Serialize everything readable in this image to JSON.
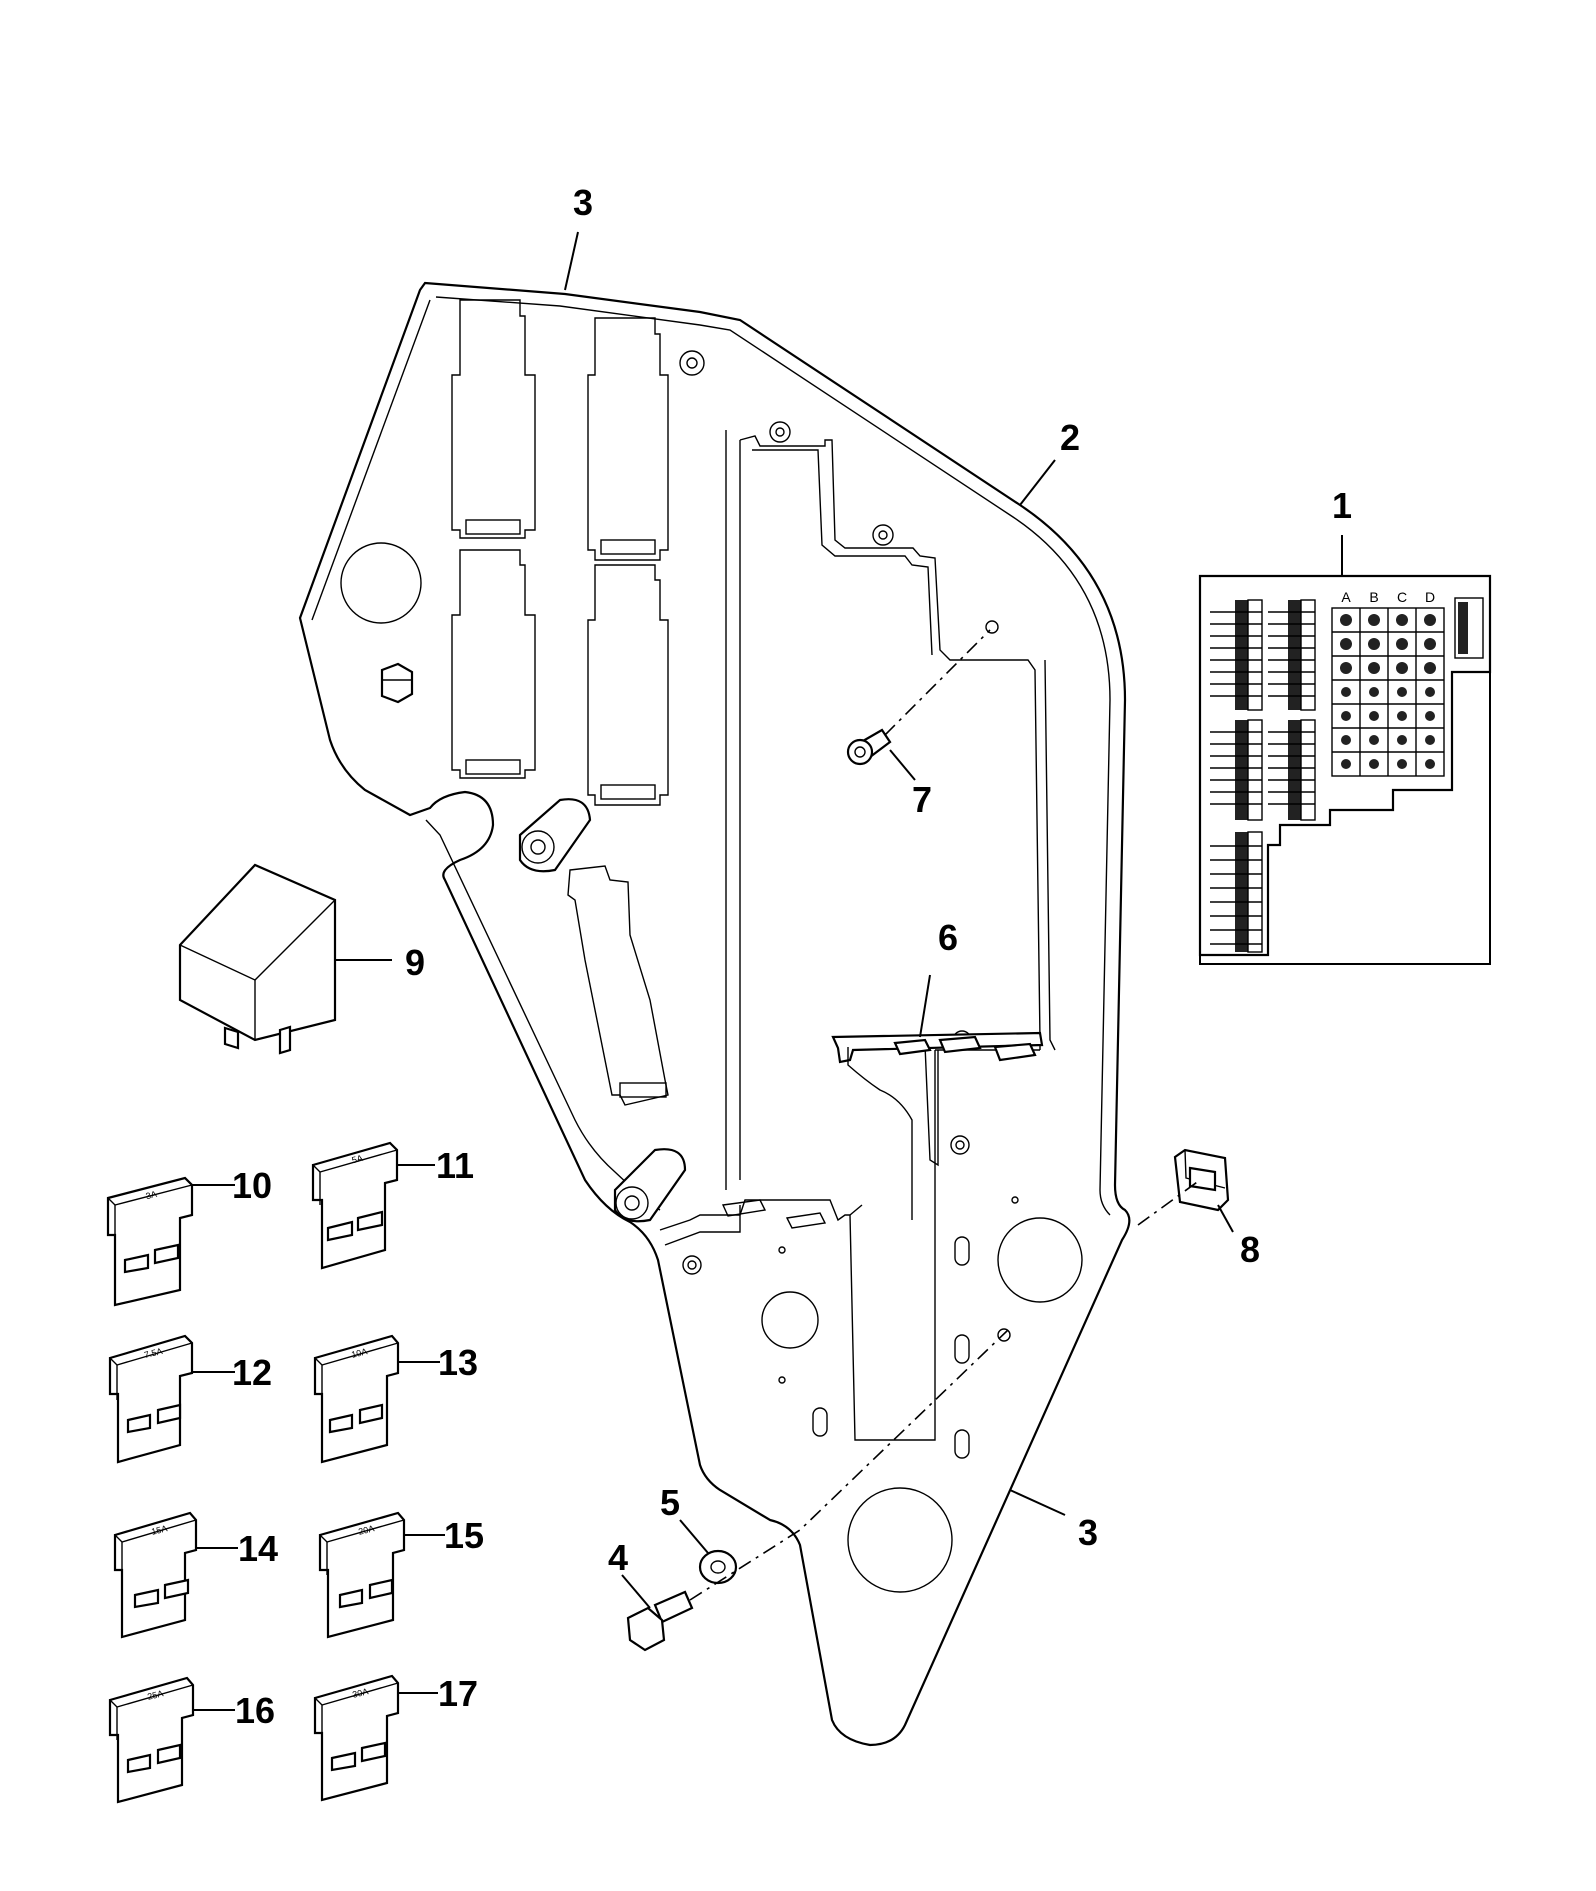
{
  "callouts": {
    "c1": "1",
    "c2": "2",
    "c3_top": "3",
    "c3_bottom": "3",
    "c4": "4",
    "c5": "5",
    "c6": "6",
    "c7": "7",
    "c8": "8",
    "c9": "9",
    "c10": "10",
    "c11": "11",
    "c12": "12",
    "c13": "13",
    "c14": "14",
    "c15": "15",
    "c16": "16",
    "c17": "17"
  },
  "fuse_ratings": {
    "f10": "3A",
    "f11": "5A",
    "f12": "7.5A",
    "f13": "10A",
    "f14": "15A",
    "f15": "20A",
    "f16": "25A",
    "f17": "30A"
  },
  "label_card": {
    "columns": [
      "A",
      "B",
      "C",
      "D"
    ]
  }
}
